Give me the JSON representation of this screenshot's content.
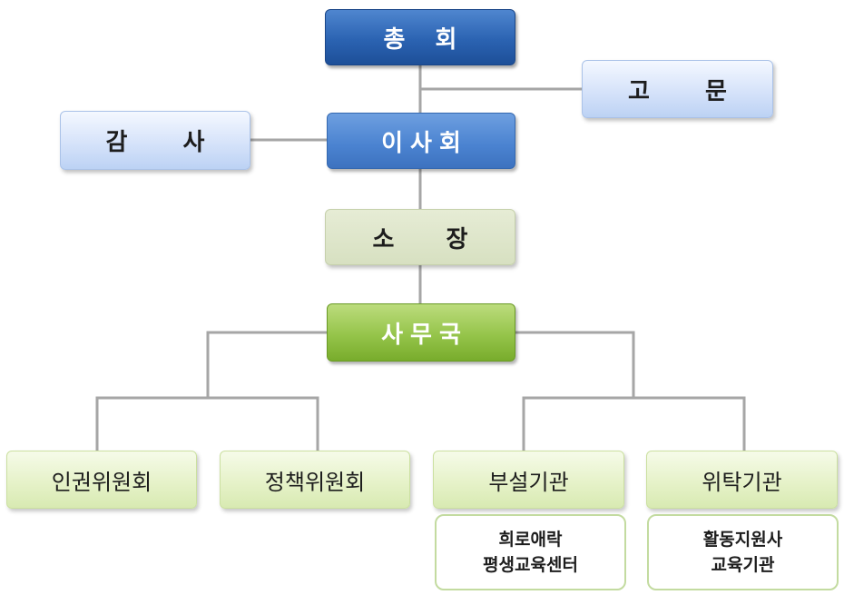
{
  "org": {
    "general_assembly": "총 회",
    "advisor": "고 문",
    "board": "이사회",
    "auditor": "감 사",
    "director": "소 장",
    "secretariat": "사무국",
    "human_rights_committee": "인권위원회",
    "policy_committee": "정책위원회",
    "affiliated_institutions": "부설기관",
    "affiliated_sub_line1": "희로애락",
    "affiliated_sub_line2": "평생교육센터",
    "entrusted_institutions": "위탁기관",
    "entrusted_sub_line1": "활동지원사",
    "entrusted_sub_line2": "교육기관"
  },
  "colors": {
    "dark_blue": "#2b63b2",
    "mid_blue": "#4a82d0",
    "pale_blue": "#d6e3fa",
    "sage": "#d7e0c1",
    "bright_green": "#95c44a",
    "light_green": "#e6f2c9",
    "connector": "#a6a6a6"
  }
}
